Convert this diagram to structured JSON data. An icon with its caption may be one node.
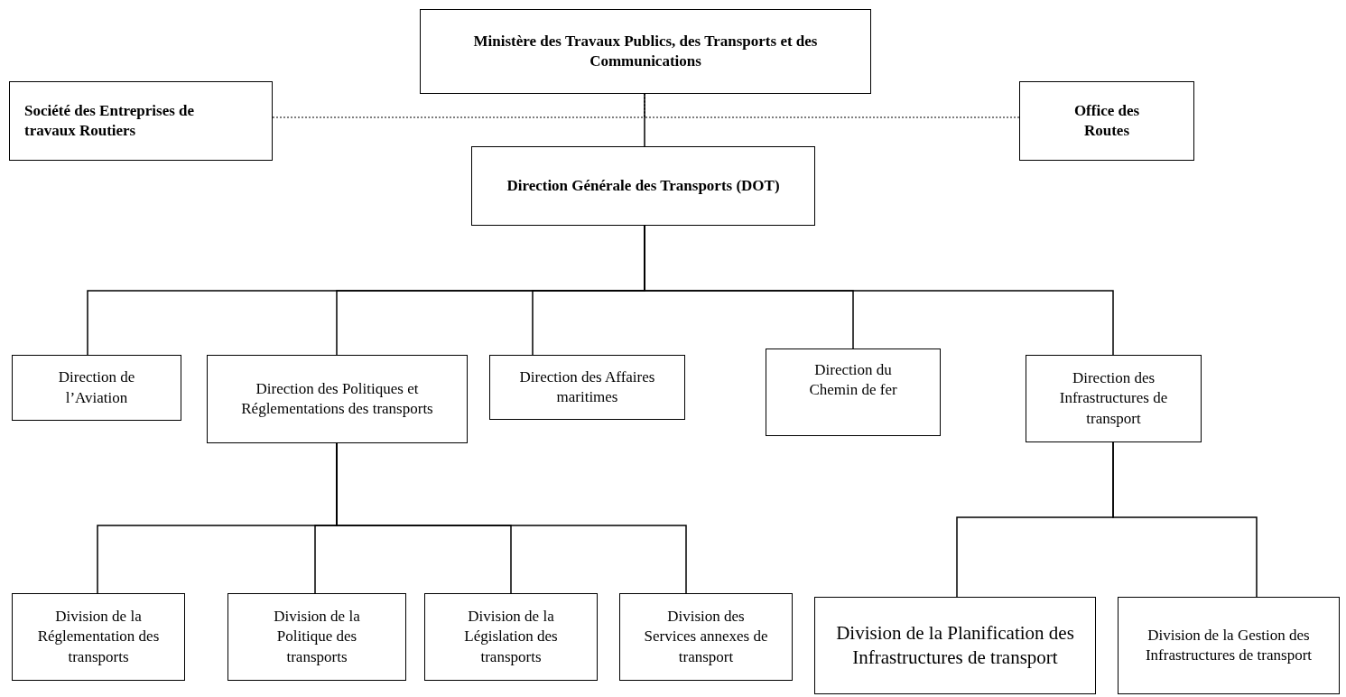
{
  "diagram": {
    "nodes": [
      {
        "text": [
          "Ministère des Travaux Publics, des Transports et des Communications"
        ]
      },
      {
        "text": [
          "Société des Entreprises de travaux Routiers"
        ]
      },
      {
        "text": [
          "Office des Routes"
        ]
      },
      {
        "text": [
          "Direction Générale des Transports (DOT)"
        ]
      },
      {
        "text": [
          "Direction de l’Aviation"
        ]
      },
      {
        "text": [
          "Direction des  Politiques et Réglementations des transports"
        ]
      },
      {
        "text": [
          "Direction des Affaires maritimes"
        ]
      },
      {
        "text": [
          "Direction du Chemin de fer"
        ]
      },
      {
        "text": [
          "Direction des Infrastructures de transport"
        ]
      },
      {
        "text": [
          "Division de la Réglementation des transports"
        ]
      },
      {
        "text": [
          "Division de la Politique des transports"
        ]
      },
      {
        "text": [
          "Division de la Législation des transports"
        ]
      },
      {
        "text": [
          "Division des Services annexes de transport"
        ]
      },
      {
        "text": [
          "Division de la Planification des Infrastructures de transport"
        ]
      },
      {
        "text": [
          "Division  de la Gestion des Infrastructures de transport"
        ]
      }
    ],
    "edges": [
      {
        "from": 0,
        "to": 3,
        "arrow": "none"
      },
      {
        "from": 1,
        "to": 0,
        "arrow": "none",
        "style": "dashed"
      },
      {
        "from": 2,
        "to": 0,
        "arrow": "none",
        "style": "dashed"
      },
      {
        "from": 3,
        "to": 4,
        "arrow": "none"
      },
      {
        "from": 3,
        "to": 5,
        "arrow": "none"
      },
      {
        "from": 3,
        "to": 6,
        "arrow": "none"
      },
      {
        "from": 3,
        "to": 7,
        "arrow": "none"
      },
      {
        "from": 3,
        "to": 8,
        "arrow": "none"
      },
      {
        "from": 5,
        "to": 9,
        "arrow": "none"
      },
      {
        "from": 5,
        "to": 10,
        "arrow": "none"
      },
      {
        "from": 5,
        "to": 11,
        "arrow": "none"
      },
      {
        "from": 5,
        "to": 12,
        "arrow": "none"
      },
      {
        "from": 8,
        "to": 13,
        "arrow": "none"
      },
      {
        "from": 8,
        "to": 14,
        "arrow": "none"
      }
    ]
  }
}
